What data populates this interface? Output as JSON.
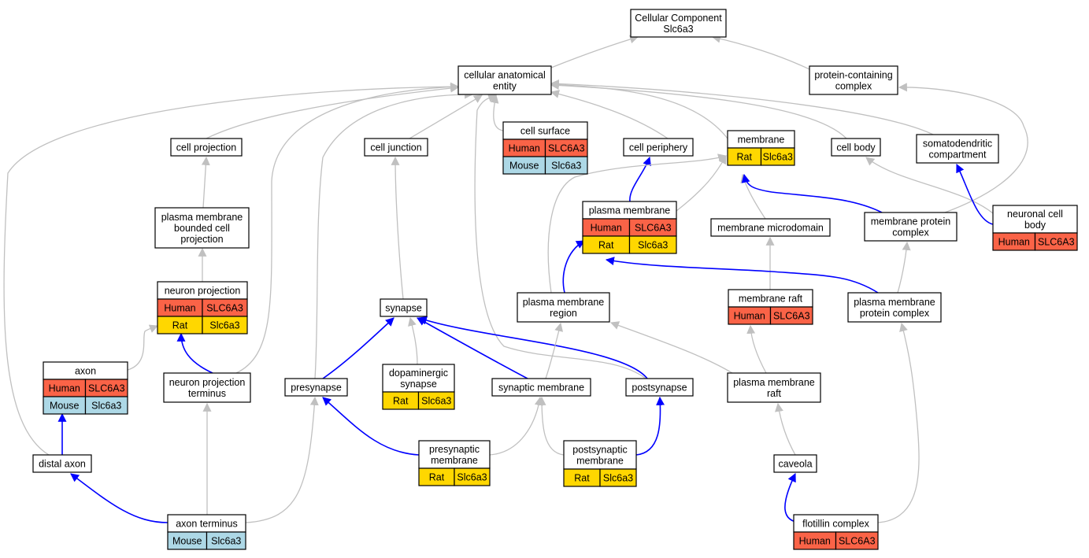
{
  "colors": {
    "Human": "#fa6347",
    "Mouse": "#add8e6",
    "Rat": "#ffd700",
    "edge_is_a": "#c0c0c0",
    "edge_annotated": "#0000ff"
  },
  "nodes": [
    {
      "id": "cc_root",
      "title": [
        "Cellular Component",
        "Slc6a3"
      ]
    },
    {
      "id": "cae",
      "title": [
        "cellular anatomical",
        "entity"
      ]
    },
    {
      "id": "pcc",
      "title": [
        "protein-containing",
        "complex"
      ]
    },
    {
      "id": "cell_projection",
      "title": [
        "cell projection"
      ]
    },
    {
      "id": "cell_junction",
      "title": [
        "cell junction"
      ]
    },
    {
      "id": "cell_surface",
      "title": [
        "cell surface"
      ],
      "rows": [
        [
          "Human",
          "SLC6A3"
        ],
        [
          "Mouse",
          "Slc6a3"
        ]
      ]
    },
    {
      "id": "cell_periphery",
      "title": [
        "cell periphery"
      ]
    },
    {
      "id": "membrane",
      "title": [
        "membrane"
      ],
      "rows": [
        [
          "Rat",
          "Slc6a3"
        ]
      ]
    },
    {
      "id": "cell_body",
      "title": [
        "cell body"
      ]
    },
    {
      "id": "somatodendritic",
      "title": [
        "somatodendritic",
        "compartment"
      ]
    },
    {
      "id": "pmbcp",
      "title": [
        "plasma membrane",
        "bounded cell",
        "projection"
      ]
    },
    {
      "id": "plasma_membrane",
      "title": [
        "plasma membrane"
      ],
      "rows": [
        [
          "Human",
          "SLC6A3"
        ],
        [
          "Rat",
          "Slc6a3"
        ]
      ]
    },
    {
      "id": "membrane_microdomain",
      "title": [
        "membrane microdomain"
      ]
    },
    {
      "id": "membrane_protein_complex",
      "title": [
        "membrane protein",
        "complex"
      ]
    },
    {
      "id": "neuronal_cell_body",
      "title": [
        "neuronal cell",
        "body"
      ],
      "rows": [
        [
          "Human",
          "SLC6A3"
        ]
      ]
    },
    {
      "id": "neuron_projection",
      "title": [
        "neuron projection"
      ],
      "rows": [
        [
          "Human",
          "SLC6A3"
        ],
        [
          "Rat",
          "Slc6a3"
        ]
      ]
    },
    {
      "id": "synapse",
      "title": [
        "synapse"
      ]
    },
    {
      "id": "pm_region",
      "title": [
        "plasma membrane",
        "region"
      ]
    },
    {
      "id": "membrane_raft",
      "title": [
        "membrane raft"
      ],
      "rows": [
        [
          "Human",
          "SLC6A3"
        ]
      ]
    },
    {
      "id": "pm_protein_complex",
      "title": [
        "plasma membrane",
        "protein complex"
      ]
    },
    {
      "id": "axon",
      "title": [
        "axon"
      ],
      "rows": [
        [
          "Human",
          "SLC6A3"
        ],
        [
          "Mouse",
          "Slc6a3"
        ]
      ]
    },
    {
      "id": "np_terminus",
      "title": [
        "neuron projection",
        "terminus"
      ]
    },
    {
      "id": "presynapse",
      "title": [
        "presynapse"
      ]
    },
    {
      "id": "dopaminergic_synapse",
      "title": [
        "dopaminergic",
        "synapse"
      ],
      "rows": [
        [
          "Rat",
          "Slc6a3"
        ]
      ]
    },
    {
      "id": "synaptic_membrane",
      "title": [
        "synaptic membrane"
      ]
    },
    {
      "id": "postsynapse",
      "title": [
        "postsynapse"
      ]
    },
    {
      "id": "pm_raft",
      "title": [
        "plasma membrane",
        "raft"
      ]
    },
    {
      "id": "distal_axon",
      "title": [
        "distal axon"
      ]
    },
    {
      "id": "presynaptic_membrane",
      "title": [
        "presynaptic",
        "membrane"
      ],
      "rows": [
        [
          "Rat",
          "Slc6a3"
        ]
      ]
    },
    {
      "id": "postsynaptic_membrane",
      "title": [
        "postsynaptic",
        "membrane"
      ],
      "rows": [
        [
          "Rat",
          "Slc6a3"
        ]
      ]
    },
    {
      "id": "caveola",
      "title": [
        "caveola"
      ]
    },
    {
      "id": "axon_terminus",
      "title": [
        "axon terminus"
      ],
      "rows": [
        [
          "Mouse",
          "Slc6a3"
        ]
      ]
    },
    {
      "id": "flotillin_complex",
      "title": [
        "flotillin complex"
      ],
      "rows": [
        [
          "Human",
          "SLC6A3"
        ]
      ]
    }
  ],
  "edges": [
    {
      "from": "cae",
      "to": "cc_root",
      "type": "is_a"
    },
    {
      "from": "pcc",
      "to": "cc_root",
      "type": "is_a"
    },
    {
      "from": "cell_projection",
      "to": "cae",
      "type": "is_a"
    },
    {
      "from": "cell_junction",
      "to": "cae",
      "type": "is_a"
    },
    {
      "from": "cell_surface",
      "to": "cae",
      "type": "is_a"
    },
    {
      "from": "cell_periphery",
      "to": "cae",
      "type": "is_a"
    },
    {
      "from": "membrane",
      "to": "cae",
      "type": "is_a"
    },
    {
      "from": "cell_body",
      "to": "cae",
      "type": "is_a"
    },
    {
      "from": "somatodendritic",
      "to": "cae",
      "type": "is_a"
    },
    {
      "from": "distal_axon",
      "to": "cae",
      "type": "is_a"
    },
    {
      "from": "np_terminus",
      "to": "cae",
      "type": "is_a"
    },
    {
      "from": "presynapse",
      "to": "cae",
      "type": "is_a"
    },
    {
      "from": "postsynapse",
      "to": "cae",
      "type": "is_a"
    },
    {
      "from": "pmbcp",
      "to": "cell_projection",
      "type": "is_a"
    },
    {
      "from": "neuron_projection",
      "to": "pmbcp",
      "type": "is_a"
    },
    {
      "from": "axon",
      "to": "neuron_projection",
      "type": "is_a"
    },
    {
      "from": "np_terminus",
      "to": "neuron_projection",
      "type": "annotated"
    },
    {
      "from": "distal_axon",
      "to": "axon",
      "type": "annotated"
    },
    {
      "from": "axon_terminus",
      "to": "distal_axon",
      "type": "annotated"
    },
    {
      "from": "axon_terminus",
      "to": "np_terminus",
      "type": "is_a"
    },
    {
      "from": "axon_terminus",
      "to": "presynapse",
      "type": "is_a"
    },
    {
      "from": "synapse",
      "to": "cell_junction",
      "type": "is_a"
    },
    {
      "from": "presynapse",
      "to": "synapse",
      "type": "annotated"
    },
    {
      "from": "dopaminergic_synapse",
      "to": "synapse",
      "type": "is_a"
    },
    {
      "from": "synaptic_membrane",
      "to": "synapse",
      "type": "annotated"
    },
    {
      "from": "postsynapse",
      "to": "synapse",
      "type": "annotated"
    },
    {
      "from": "presynaptic_membrane",
      "to": "presynapse",
      "type": "annotated"
    },
    {
      "from": "presynaptic_membrane",
      "to": "synaptic_membrane",
      "type": "is_a"
    },
    {
      "from": "postsynaptic_membrane",
      "to": "synaptic_membrane",
      "type": "is_a"
    },
    {
      "from": "postsynaptic_membrane",
      "to": "postsynapse",
      "type": "annotated"
    },
    {
      "from": "plasma_membrane",
      "to": "cell_periphery",
      "type": "annotated"
    },
    {
      "from": "plasma_membrane",
      "to": "membrane",
      "type": "is_a"
    },
    {
      "from": "pm_region",
      "to": "plasma_membrane",
      "type": "annotated"
    },
    {
      "from": "pm_region",
      "to": "membrane",
      "type": "is_a"
    },
    {
      "from": "synaptic_membrane",
      "to": "pm_region",
      "type": "is_a"
    },
    {
      "from": "pm_raft",
      "to": "pm_region",
      "type": "is_a"
    },
    {
      "from": "membrane_microdomain",
      "to": "membrane",
      "type": "is_a"
    },
    {
      "from": "membrane_raft",
      "to": "membrane_microdomain",
      "type": "is_a"
    },
    {
      "from": "pm_raft",
      "to": "membrane_raft",
      "type": "is_a"
    },
    {
      "from": "caveola",
      "to": "pm_raft",
      "type": "is_a"
    },
    {
      "from": "flotillin_complex",
      "to": "caveola",
      "type": "annotated"
    },
    {
      "from": "flotillin_complex",
      "to": "pm_protein_complex",
      "type": "is_a"
    },
    {
      "from": "membrane_protein_complex",
      "to": "membrane",
      "type": "annotated"
    },
    {
      "from": "membrane_protein_complex",
      "to": "pcc",
      "type": "is_a"
    },
    {
      "from": "pm_protein_complex",
      "to": "membrane_protein_complex",
      "type": "is_a"
    },
    {
      "from": "pm_protein_complex",
      "to": "plasma_membrane",
      "type": "annotated"
    },
    {
      "from": "neuronal_cell_body",
      "to": "cell_body",
      "type": "is_a"
    },
    {
      "from": "neuronal_cell_body",
      "to": "somatodendritic",
      "type": "annotated"
    }
  ]
}
